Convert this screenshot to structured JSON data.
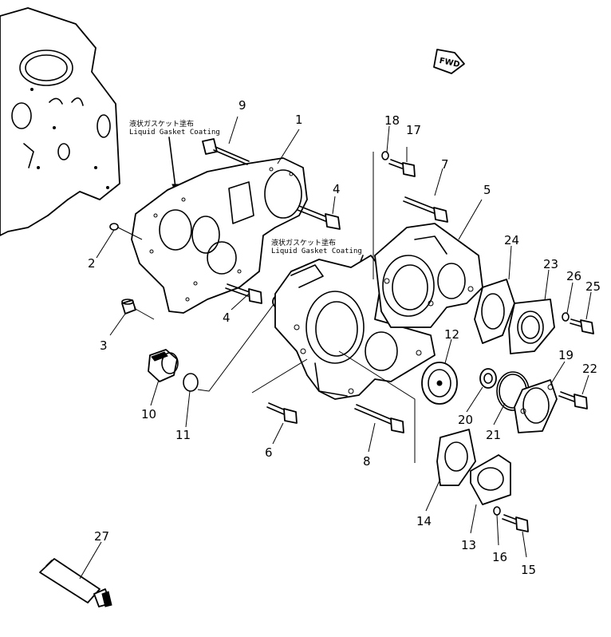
{
  "diagram": {
    "fwd_label": "FWD",
    "notes": [
      {
        "jp": "液状ガスケット塗布",
        "en": "Liquid Gasket Coating"
      },
      {
        "jp": "液状ガスケット塗布",
        "en": "Liquid Gasket Coating"
      }
    ],
    "callouts": [
      "1",
      "2",
      "3",
      "4",
      "4",
      "5",
      "6",
      "7",
      "8",
      "9",
      "10",
      "11",
      "12",
      "13",
      "14",
      "15",
      "16",
      "17",
      "18",
      "19",
      "20",
      "21",
      "22",
      "23",
      "24",
      "25",
      "26",
      "27"
    ]
  }
}
